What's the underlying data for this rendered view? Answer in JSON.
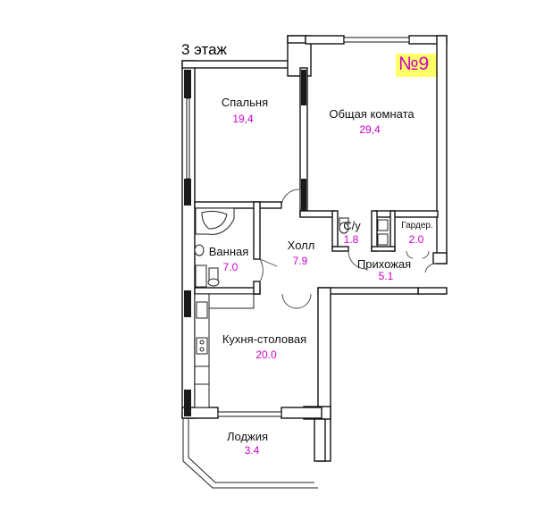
{
  "floor_label": "3 этаж",
  "apartment_number": "№9",
  "colors": {
    "area_text": "#cc00cc",
    "number_bg": "#ffff66",
    "number_text": "#cc00cc",
    "walls": "#111111"
  },
  "rooms": [
    {
      "name": "Спальня",
      "area": "19,4"
    },
    {
      "name": "Общая комната",
      "area": "29,4"
    },
    {
      "name": "Ванная",
      "area": "7.0"
    },
    {
      "name": "Холл",
      "area": "7.9"
    },
    {
      "name": "С/у",
      "area": "1.8"
    },
    {
      "name": "Гардер.",
      "area": "2.0"
    },
    {
      "name": "Прихожая",
      "area": "5.1"
    },
    {
      "name": "Кухня-столовая",
      "area": "20.0"
    },
    {
      "name": "Лоджия",
      "area": "3.4"
    }
  ]
}
